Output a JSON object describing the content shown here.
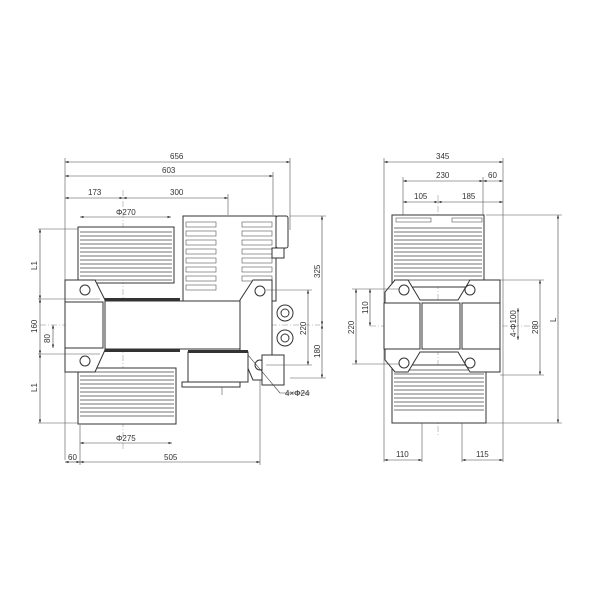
{
  "drawing": {
    "front_view": {
      "horizontal_dims": {
        "overall": "656",
        "secondary": "603",
        "left_offset": "173",
        "center_span": "300",
        "top_diameter": "Φ270",
        "bottom_diameter": "Φ275",
        "bottom_left": "60",
        "bottom_right": "505"
      },
      "vertical_dims": {
        "upper_length": "L1",
        "lower_length": "L1",
        "mid_span": "160",
        "mid_half": "80",
        "right_top": "325",
        "right_mid": "220",
        "right_bottom": "180"
      },
      "callout": "4×Φ24"
    },
    "side_view": {
      "horizontal_dims": {
        "overall": "345",
        "mid": "230",
        "right_offset": "60",
        "left_sub": "105",
        "right_sub": "185",
        "bottom_left": "110",
        "bottom_right": "115"
      },
      "vertical_dims": {
        "left_outer": "220",
        "left_inner": "110",
        "right_inner": "4-Φ100",
        "right_outer": "280",
        "overall": "L"
      }
    }
  },
  "colors": {
    "line": "#333333",
    "background": "#ffffff"
  }
}
